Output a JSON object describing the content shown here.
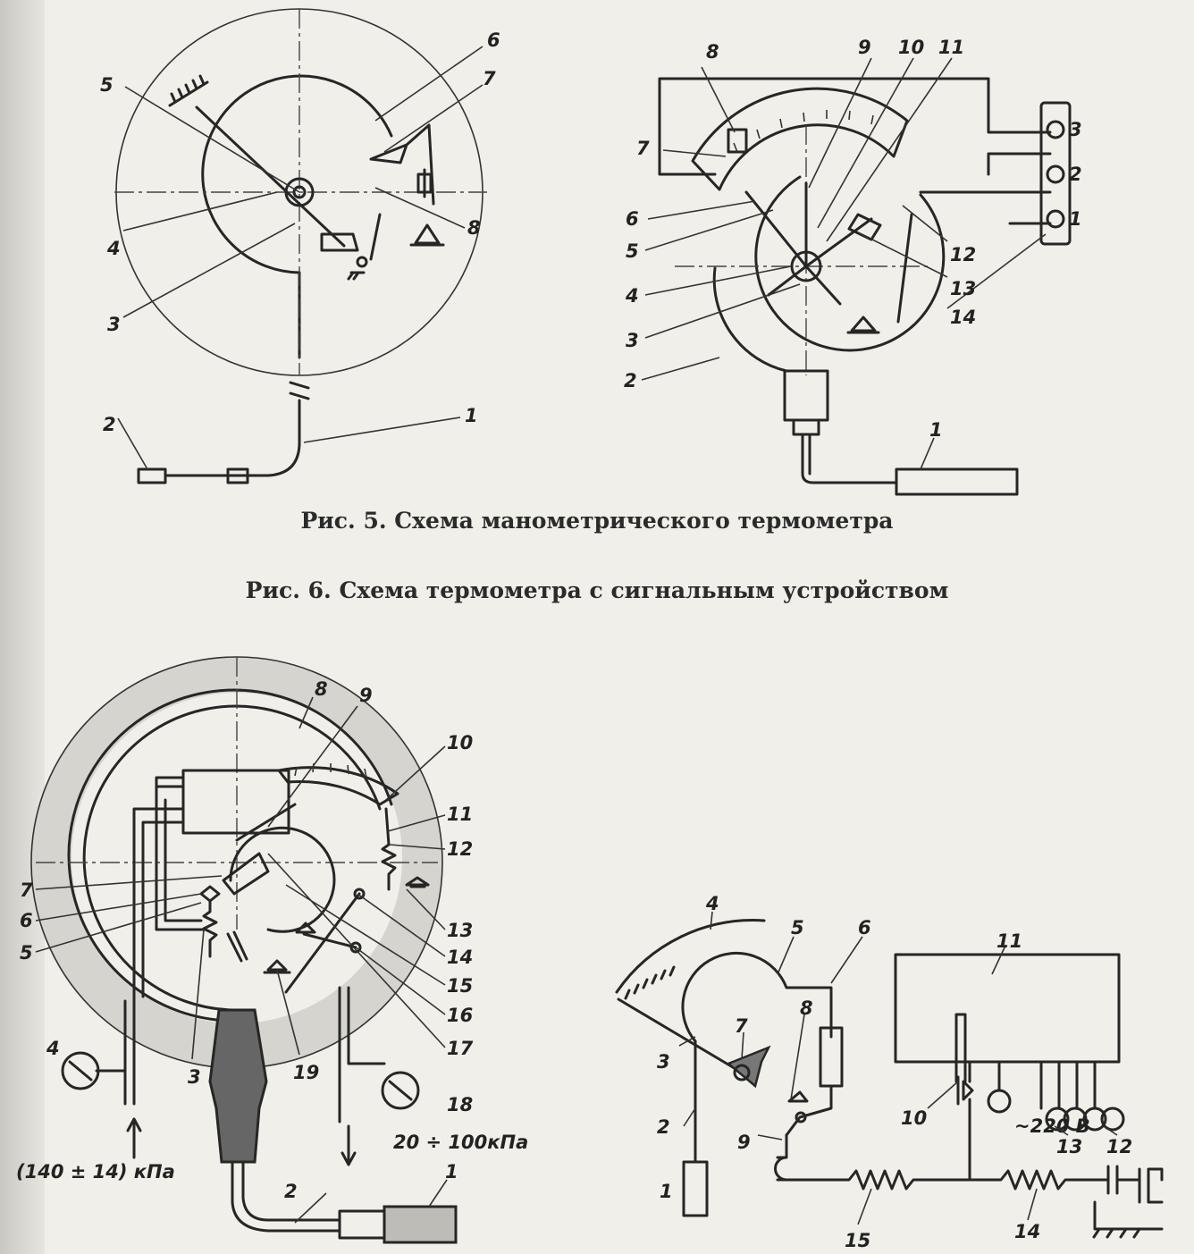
{
  "fig5_labels": [
    "1",
    "2",
    "3",
    "4",
    "5",
    "6",
    "7",
    "8"
  ],
  "fig6_labels": [
    "1",
    "2",
    "3",
    "4",
    "5",
    "6",
    "7",
    "8",
    "9",
    "10",
    "11",
    "12",
    "13",
    "14"
  ],
  "terminal_labels": [
    "1",
    "2",
    "3"
  ],
  "fig7_labels": [
    "1",
    "2",
    "3",
    "4",
    "5",
    "6",
    "7",
    "8",
    "9",
    "10",
    "11",
    "12",
    "13",
    "14",
    "15",
    "16",
    "17",
    "18",
    "19"
  ],
  "fig7_pressures": {
    "inlet": "(140 ± 14) кПа",
    "outlet": "20 ÷ 100кПа"
  },
  "fig8_labels": [
    "1",
    "2",
    "3",
    "4",
    "5",
    "6",
    "7",
    "8",
    "9",
    "10",
    "11",
    "12",
    "13",
    "14",
    "15"
  ],
  "fig8_voltage": "~220 В",
  "captions": {
    "fig5": "Рис. 5. Схема манометрического термометра",
    "fig6": "Рис. 6. Схема термометра с сигнальным устройством"
  }
}
